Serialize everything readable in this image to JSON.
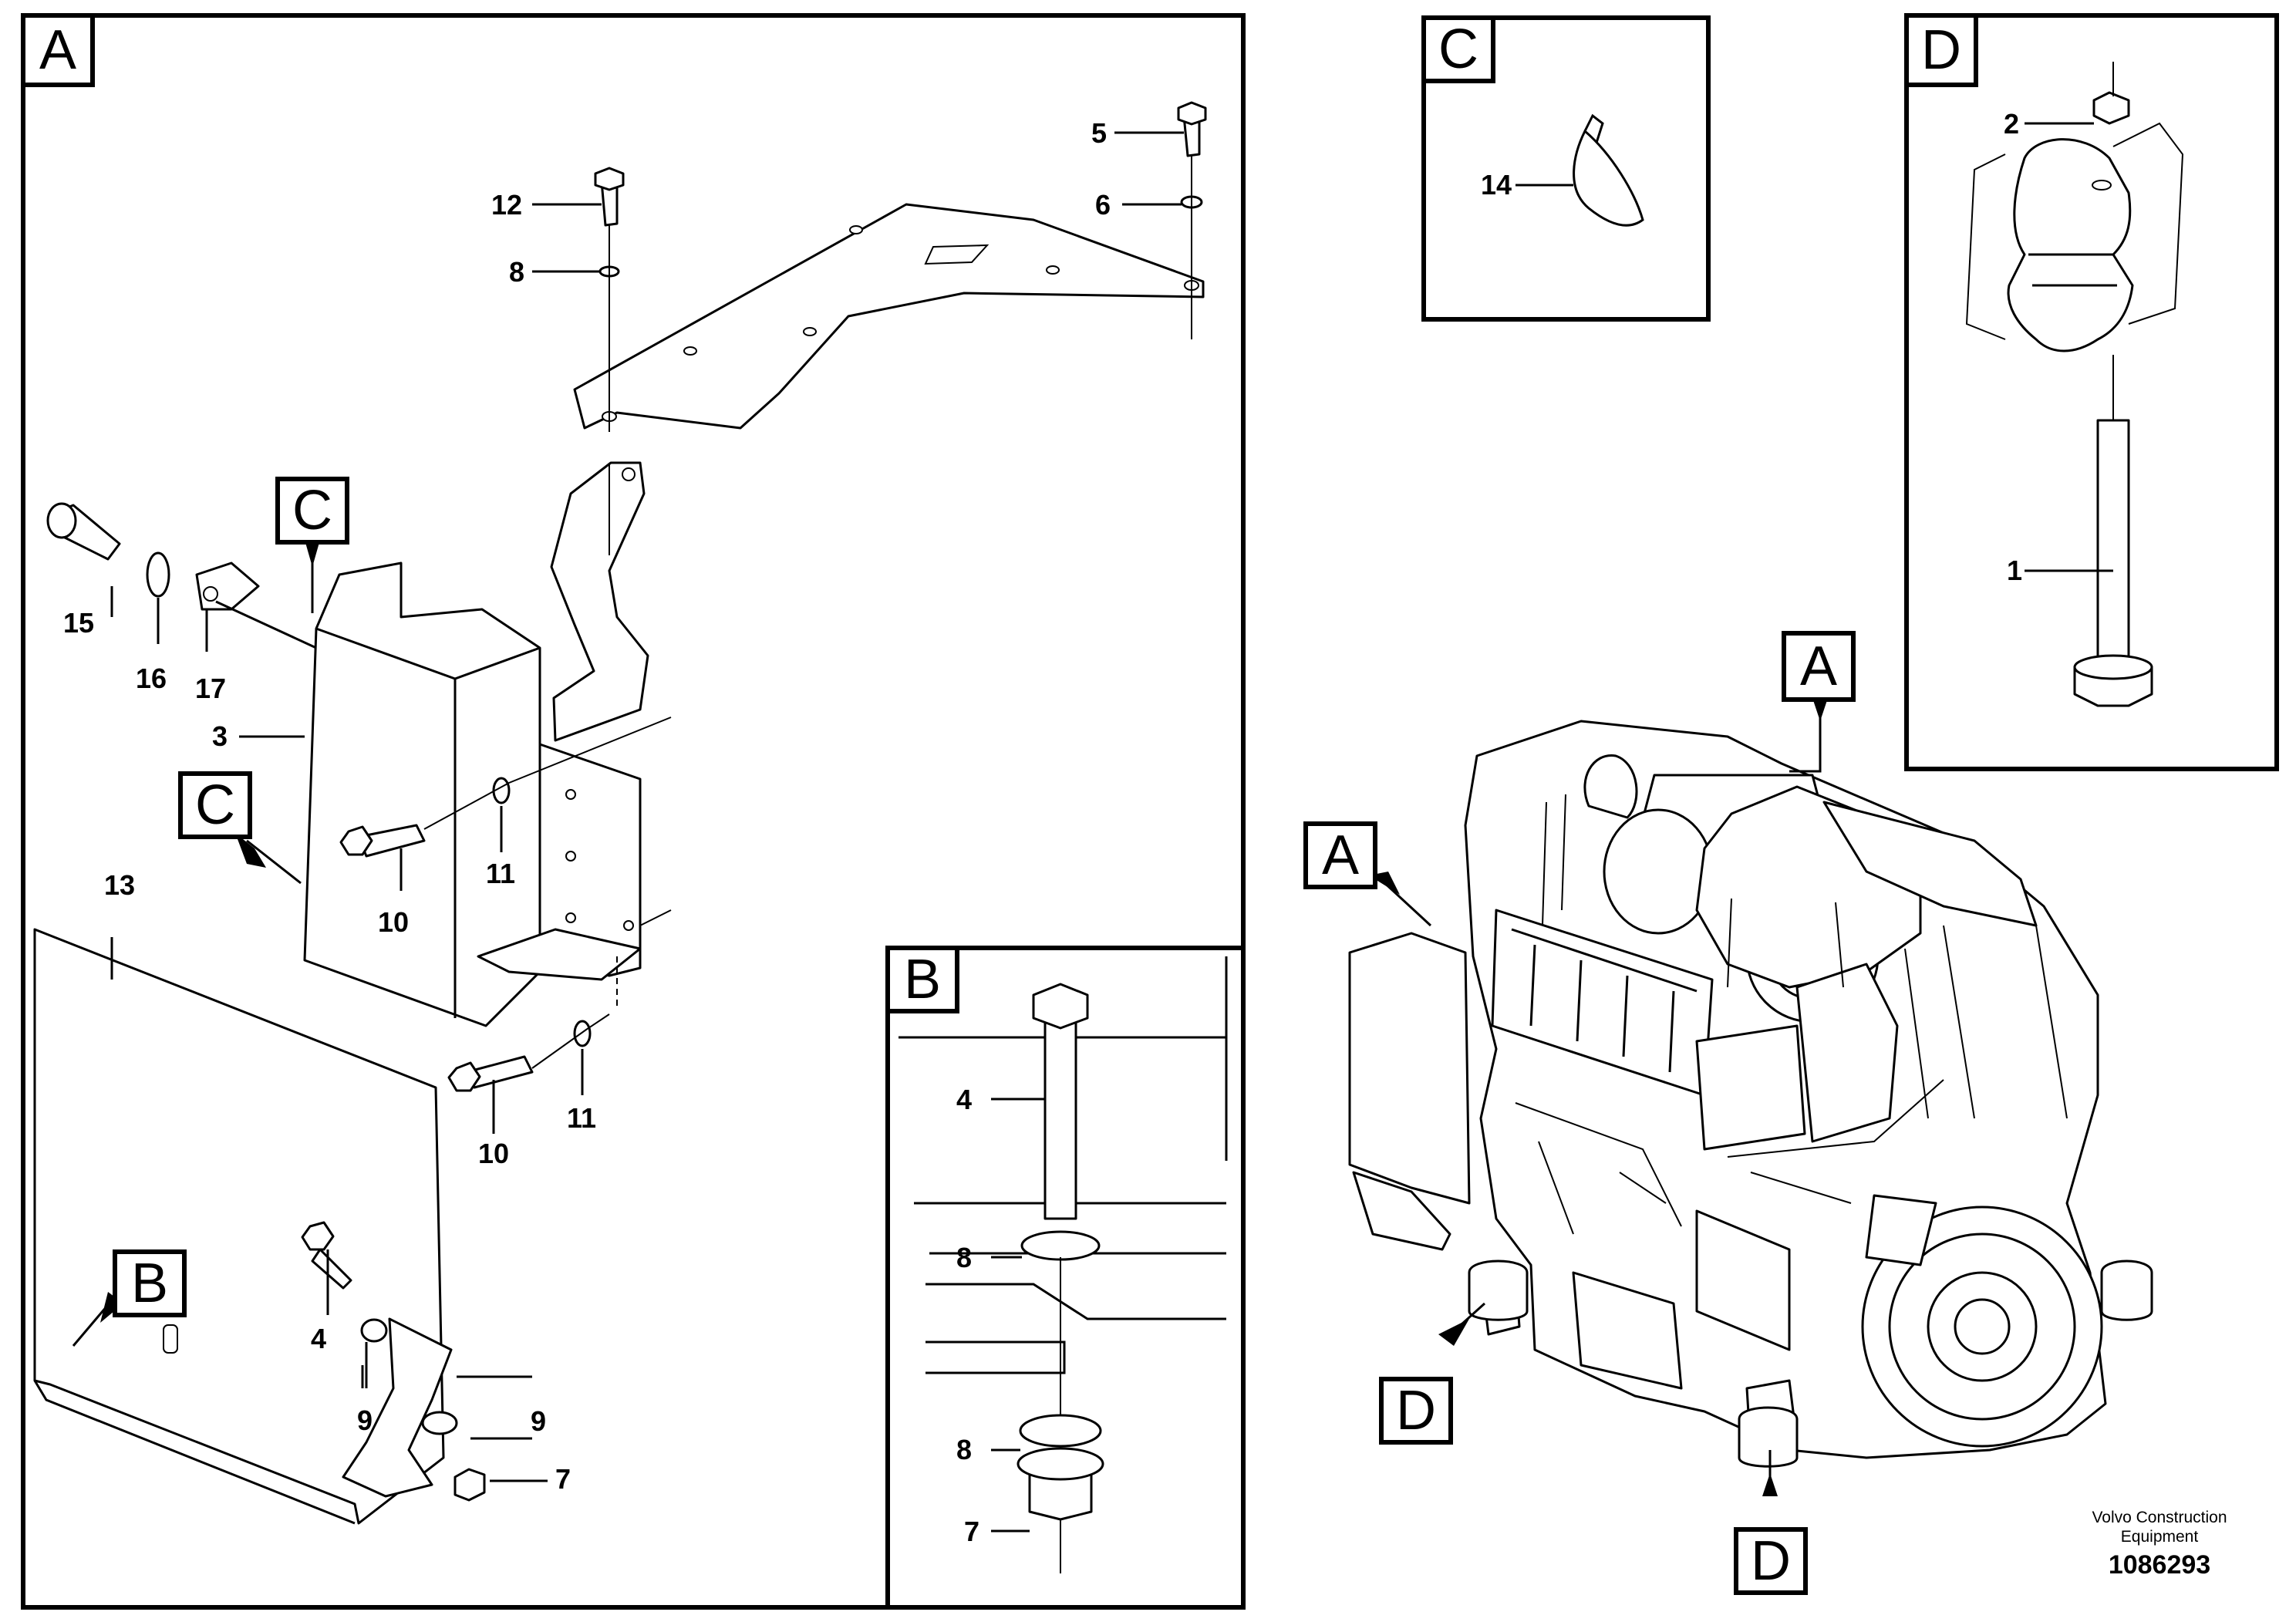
{
  "views": {
    "a": {
      "label": "A"
    },
    "b": {
      "label": "B"
    },
    "c": {
      "label": "C"
    },
    "d": {
      "label": "D"
    }
  },
  "callouts": {
    "ref_a": "A",
    "ref_b": "B",
    "ref_c": "C",
    "ref_d": "D"
  },
  "part_numbers": {
    "p1": "1",
    "p2": "2",
    "p3": "3",
    "p4": "4",
    "p5": "5",
    "p6": "6",
    "p7": "7",
    "p8": "8",
    "p9": "9",
    "p10": "10",
    "p11": "11",
    "p12": "12",
    "p13": "13",
    "p14": "14",
    "p15": "15",
    "p16": "16",
    "p17": "17"
  },
  "footer": {
    "company_line1": "Volvo Construction",
    "company_line2": "Equipment",
    "drawing_number": "1086293"
  }
}
